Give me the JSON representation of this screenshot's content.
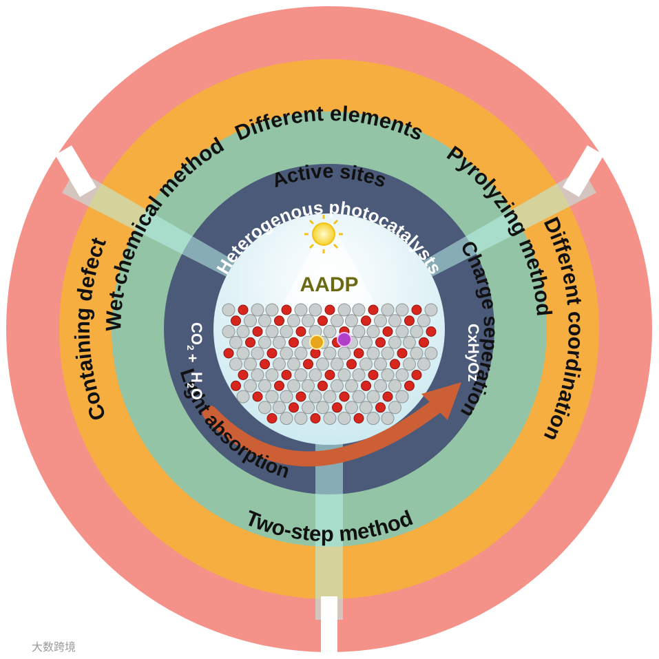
{
  "outer_ring": {
    "top": "Different elements",
    "right": "Different coordination",
    "left": "Containing defect"
  },
  "orange_ring": {
    "left": "Wet-chemical method",
    "right": "Pyrolyzing method",
    "bottom": "Two-step method"
  },
  "green_ring": {
    "top": "Active sites",
    "left": "Light absorption",
    "right": "Charge seperation"
  },
  "dark_ring": {
    "top": "Heterogenous photocatalysts"
  },
  "center": {
    "title": "AADP",
    "reactant_1": "CO",
    "reactant_1_sub": "2",
    "plus": "+",
    "reactant_2_a": "H",
    "reactant_2_sub": "2",
    "reactant_2_b": "O",
    "product": "CxHyOz"
  },
  "watermark": "大数跨境",
  "colors": {
    "outer": "#f4928a",
    "orange": "#f5ae3f",
    "green": "#93c4a6",
    "dark": "#4b5a78",
    "core": "#dff2f6",
    "arrow": "#cc5f35"
  }
}
